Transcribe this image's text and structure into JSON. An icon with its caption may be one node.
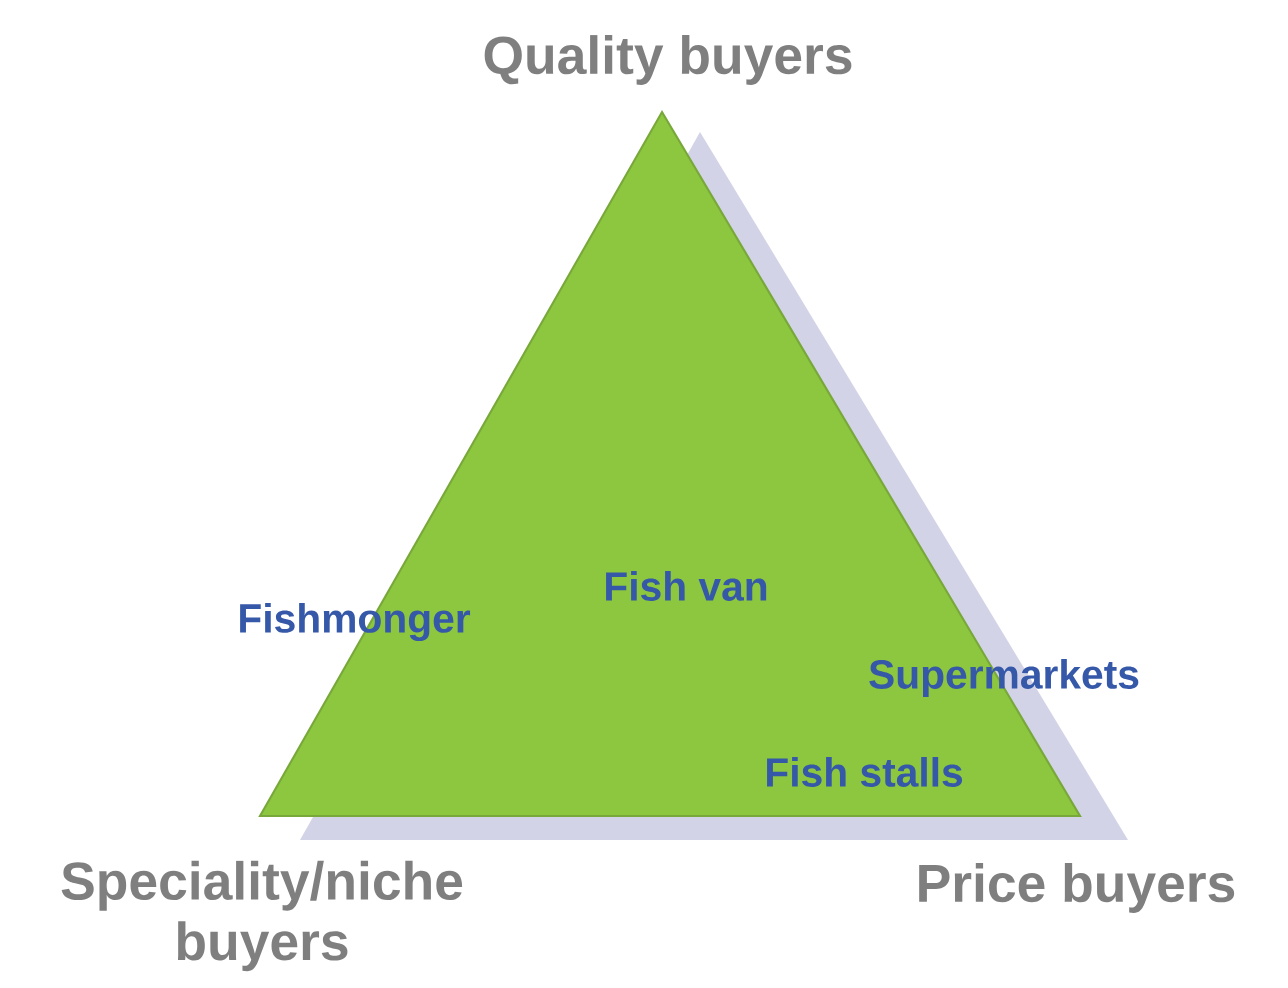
{
  "diagram": {
    "labels": [
      "Quality buyers",
      "Fishmonger",
      "Fish van",
      "Supermarkets",
      "Fish stalls",
      "Speciality/niche buyers",
      "Price buyers"
    ]
  }
}
